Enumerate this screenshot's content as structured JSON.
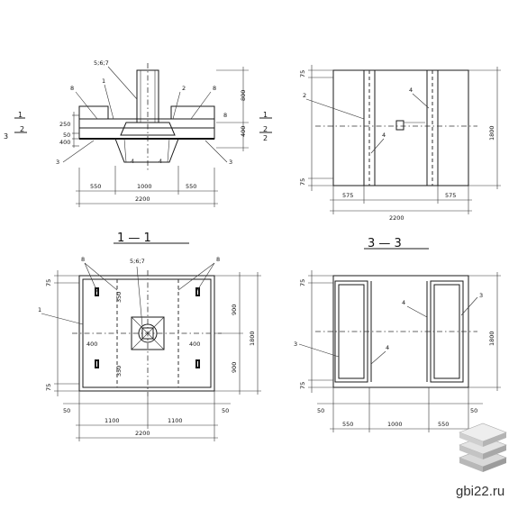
{
  "section_1_1": {
    "title": "1 — 1",
    "label_567": "5;6;7",
    "label_8_left": "8",
    "label_8_right": "8",
    "label_1": "1",
    "label_2": "2",
    "label_3_left": "3",
    "label_3_right": "3",
    "label_4_left": "4",
    "label_4_right": "4",
    "dim_250": "250",
    "dim_50": "50",
    "dim_400": "400",
    "dim_800": "800",
    "dim_400_right": "400",
    "dim_8_small": "8",
    "dim_550_left": "550",
    "dim_1000": "1000",
    "dim_550_right": "550",
    "dim_2200": "2200",
    "cut_1": "1",
    "cut_2": "2",
    "cut_3": "3",
    "cut_2_right": "2",
    "cut_1_right": "1",
    "cut_2_b": "2"
  },
  "section_2_2": {
    "label_2": "2",
    "label_4_top": "4",
    "label_4_mid": "4",
    "dim_75_top": "75",
    "dim_75_bottom": "75",
    "dim_1800": "1800",
    "dim_575_left": "575",
    "dim_575_right": "575",
    "dim_2200": "2200"
  },
  "plan_view": {
    "label_8_left": "8",
    "label_567": "5;6;7",
    "label_8_right": "8",
    "label_1": "1",
    "dim_350_top": "350",
    "dim_350_bottom": "350",
    "dim_400_left": "400",
    "dim_400_right": "400",
    "dim_75_top": "75",
    "dim_75_bottom": "75",
    "dim_900_top": "900",
    "dim_900_bottom": "900",
    "dim_1800": "1800",
    "dim_50_left": "50",
    "dim_50_right": "50",
    "dim_1100_left": "1100",
    "dim_1100_right": "1100",
    "dim_2200": "2200"
  },
  "section_3_3": {
    "title": "3 — 3",
    "label_4_top": "4",
    "label_4_bottom": "4",
    "label_3_left": "3",
    "label_3_right": "3",
    "dim_75_top": "75",
    "dim_75_bottom": "75",
    "dim_1800": "1800",
    "dim_50_left": "50",
    "dim_50_right": "50",
    "dim_550_left": "550",
    "dim_1000": "1000",
    "dim_550_right": "550"
  },
  "watermark": {
    "text": "gbi22.ru",
    "logo": "stacked-slabs-logo"
  }
}
